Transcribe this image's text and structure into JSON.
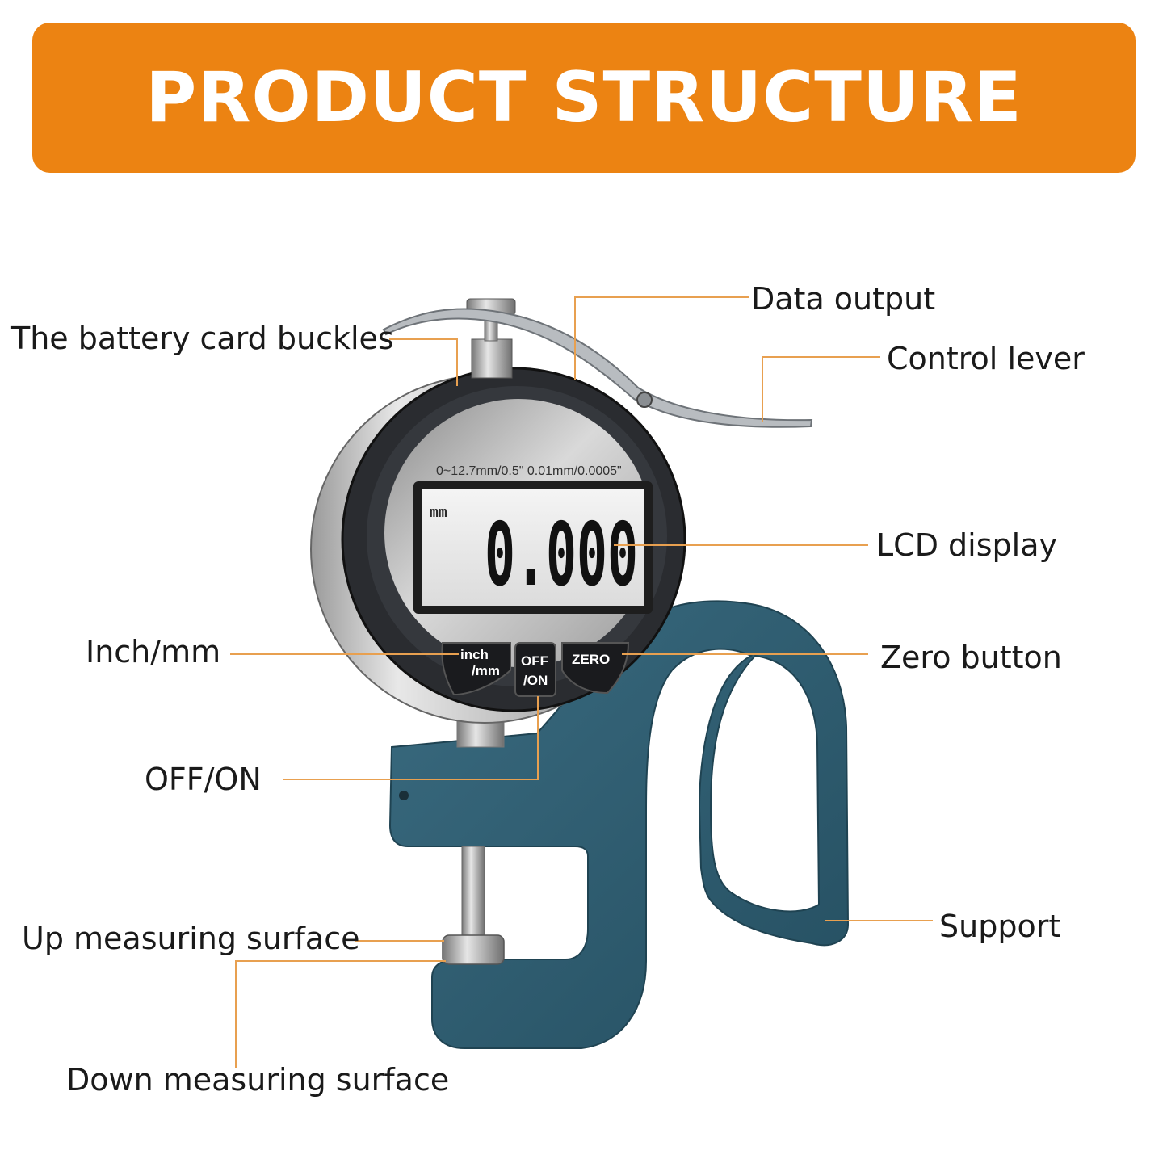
{
  "title": "PRODUCT STRUCTURE",
  "colors": {
    "banner": "#ec8312",
    "leader_line": "#e8a050",
    "frame": "#2e5d70",
    "bezel": "#2a2c30"
  },
  "dial": {
    "range_text": "0~12.7mm/0.5\"  0.01mm/0.0005\"",
    "unit": "mm",
    "reading": "0.000",
    "buttons": {
      "inch_mm": "inch\n/mm",
      "inch_line1": "inch",
      "inch_line2": "/mm",
      "off_line1": "OFF",
      "off_line2": "/ON",
      "zero": "ZERO"
    }
  },
  "labels": {
    "battery": "The battery card buckles",
    "data_output": "Data output",
    "control_lever": "Control lever",
    "lcd_display": "LCD display",
    "inch_mm": "Inch/mm",
    "zero_button": "Zero button",
    "off_on": "OFF/ON",
    "support": "Support",
    "up_surface": "Up measuring surface",
    "down_surface": "Down measuring surface"
  }
}
